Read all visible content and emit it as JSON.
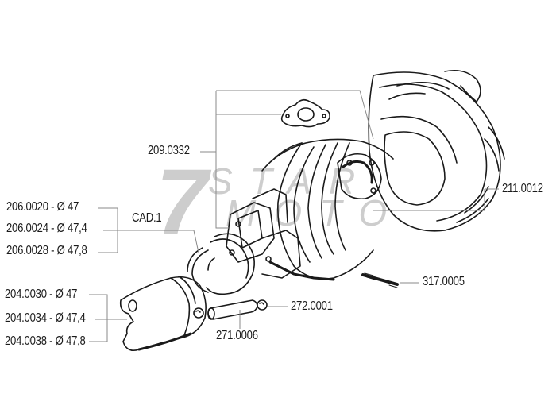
{
  "diagram": {
    "type": "exploded-parts-diagram",
    "subject": "cylinder kit",
    "watermark": {
      "logo_digit": "7",
      "line1": "STAR",
      "line2": "MOTO",
      "color": "#bdbdbd"
    },
    "callouts": [
      {
        "id": "cylinder-head-gasket",
        "label": "209.0332"
      },
      {
        "id": "cylinder-head",
        "label": "211.0012"
      },
      {
        "id": "ring-group-label",
        "label": "CAD.1"
      },
      {
        "id": "stud",
        "label": "317.0005"
      },
      {
        "id": "circlip",
        "label": "272.0001"
      },
      {
        "id": "piston-pin",
        "label": "271.0006"
      }
    ],
    "rings": [
      {
        "code": "206.0020",
        "sep": "-",
        "dia_symbol": "Ø",
        "diameter": "47"
      },
      {
        "code": "206.0024",
        "sep": "-",
        "dia_symbol": "Ø",
        "diameter": "47,4"
      },
      {
        "code": "206.0028",
        "sep": "-",
        "dia_symbol": "Ø",
        "diameter": "47,8"
      }
    ],
    "pistons": [
      {
        "code": "204.0030",
        "sep": "-",
        "dia_symbol": "Ø",
        "diameter": "47"
      },
      {
        "code": "204.0034",
        "sep": "-",
        "dia_symbol": "Ø",
        "diameter": "47,4"
      },
      {
        "code": "204.0038",
        "sep": "-",
        "dia_symbol": "Ø",
        "diameter": "47,8"
      }
    ],
    "ring_text": [
      "206.0020 - Ø 47",
      "206.0024 - Ø 47,4",
      "206.0028 - Ø 47,8"
    ],
    "piston_text": [
      "204.0030 - Ø 47",
      "204.0034 - Ø 47,4",
      "204.0038 - Ø 47,8"
    ],
    "colors": {
      "line": "#1a1a1a",
      "leader": "#8a8a8a",
      "background": "#ffffff"
    }
  }
}
